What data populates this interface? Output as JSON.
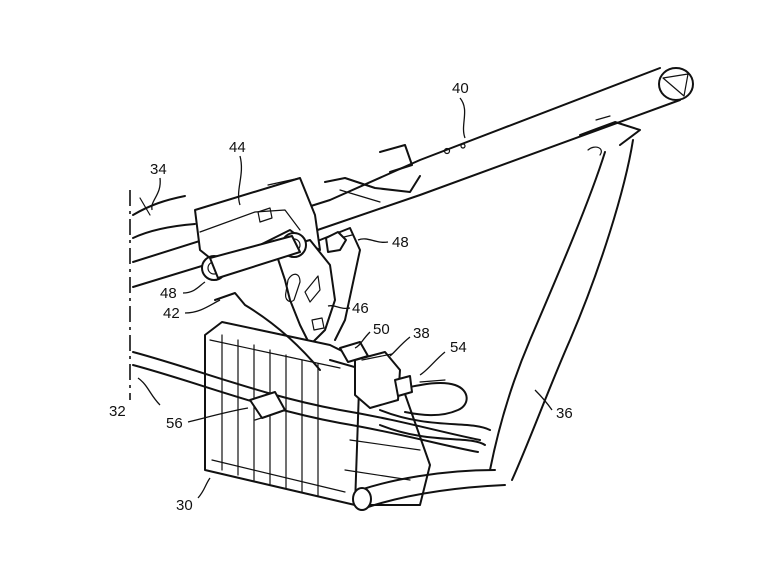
{
  "labels": {
    "l40": "40",
    "l34": "34",
    "l44": "44",
    "l48a": "48",
    "l48b": "48",
    "l42": "42",
    "l46": "46",
    "l50": "50",
    "l38": "38",
    "l54": "54",
    "l32": "32",
    "l56": "56",
    "l36": "36",
    "l30": "30"
  }
}
